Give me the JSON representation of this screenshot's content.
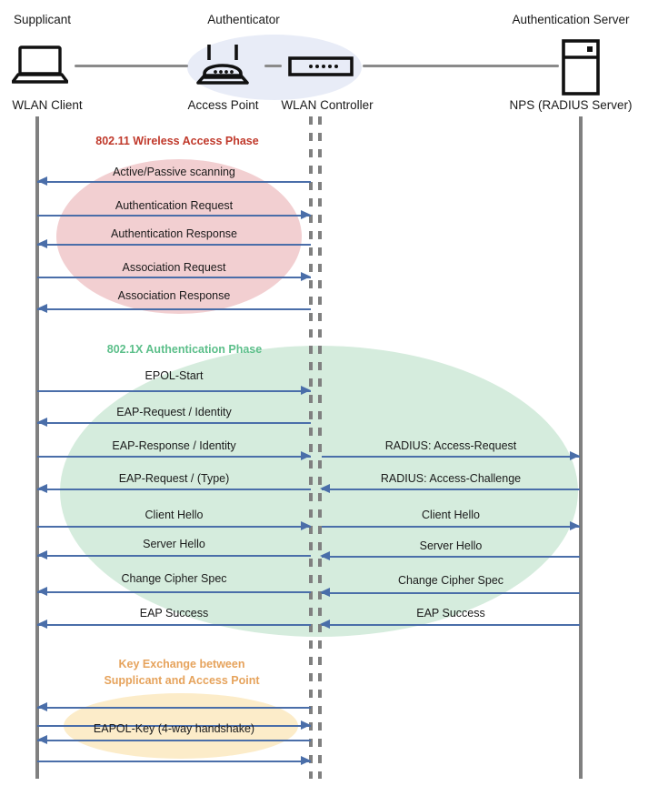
{
  "diagram": {
    "title": "802.1X / WPA2-Enterprise WLAN authentication sequence",
    "colors": {
      "lifeline": "#808080",
      "arrow": "#4a6ea9",
      "authenticator_blob": "#e8ecf7",
      "phase_80211": "#f2cfd1",
      "phase_8021x": "#d5ecdd",
      "phase_key": "#fcecc9",
      "caption_80211": "#c0392b",
      "caption_8021x": "#5cbf8a",
      "caption_key": "#e6a35c"
    }
  },
  "roles": [
    {
      "name": "supplicant",
      "title": "Supplicant",
      "device": "WLAN Client",
      "icon": "laptop-icon"
    },
    {
      "name": "authenticator",
      "title": "Authenticator",
      "device": "Access Point",
      "icon": "access-point-icon"
    },
    {
      "name": "controller",
      "title": "",
      "device": "WLAN Controller",
      "icon": "wlan-controller-icon"
    },
    {
      "name": "auth-server",
      "title": "Authentication Server",
      "device": "NPS (RADIUS Server)",
      "icon": "server-icon"
    }
  ],
  "phases": [
    {
      "id": "phase-80211",
      "caption": "802.11 Wireless Access Phase",
      "messages": [
        {
          "label": "Active/Passive scanning",
          "direction": "left",
          "segment": "left"
        },
        {
          "label": "Authentication Request",
          "direction": "right",
          "segment": "left"
        },
        {
          "label": "Authentication Response",
          "direction": "left",
          "segment": "left"
        },
        {
          "label": "Association Request",
          "direction": "right",
          "segment": "left"
        },
        {
          "label": "Association Response",
          "direction": "left",
          "segment": "left"
        }
      ]
    },
    {
      "id": "phase-8021x",
      "caption": "802.1X Authentication Phase",
      "messages": [
        {
          "label": "EPOL-Start",
          "direction": "right",
          "segment": "left"
        },
        {
          "label": "EAP-Request / Identity",
          "direction": "left",
          "segment": "left"
        },
        {
          "label": "EAP-Response / Identity",
          "direction": "right",
          "segment": "left"
        },
        {
          "label": "RADIUS: Access-Request",
          "direction": "right",
          "segment": "right"
        },
        {
          "label": "EAP-Request / (Type)",
          "direction": "left",
          "segment": "left"
        },
        {
          "label": "RADIUS: Access-Challenge",
          "direction": "left",
          "segment": "right"
        },
        {
          "label": "Client Hello",
          "direction": "right",
          "segment": "left"
        },
        {
          "label": "Client Hello",
          "direction": "right",
          "segment": "right"
        },
        {
          "label": "Server Hello",
          "direction": "left",
          "segment": "left"
        },
        {
          "label": "Server Hello",
          "direction": "left",
          "segment": "right"
        },
        {
          "label": "Change Cipher Spec",
          "direction": "left",
          "segment": "left"
        },
        {
          "label": "Change Cipher Spec",
          "direction": "left",
          "segment": "right"
        },
        {
          "label": "EAP Success",
          "direction": "left",
          "segment": "left"
        },
        {
          "label": "EAP Success",
          "direction": "left",
          "segment": "right"
        }
      ]
    },
    {
      "id": "phase-key",
      "caption": "Key Exchange between\nSupplicant and Access Point",
      "messages": [
        {
          "label": "",
          "direction": "left",
          "segment": "left"
        },
        {
          "label": "",
          "direction": "right",
          "segment": "left"
        },
        {
          "label": "EAPOL-Key (4-way handshake)",
          "direction": "left",
          "segment": "left"
        },
        {
          "label": "",
          "direction": "right",
          "segment": "left"
        }
      ]
    }
  ]
}
